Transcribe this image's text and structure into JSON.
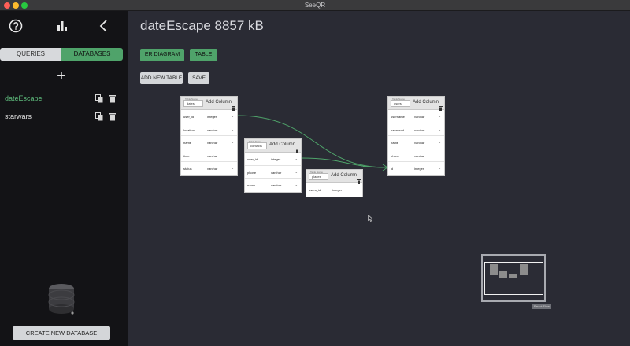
{
  "window": {
    "title": "SeeQR"
  },
  "sidebar": {
    "toggle": {
      "queries": "QUERIES",
      "databases": "DATABASES"
    },
    "databases": [
      {
        "name": "dateEscape",
        "active": true
      },
      {
        "name": "starwars",
        "active": false
      }
    ],
    "create_label": "CREATE NEW DATABASE"
  },
  "main": {
    "title": "dateEscape 8857 kB",
    "view_buttons": {
      "er": "ER DIAGRAM",
      "table": "TABLE"
    },
    "actions": {
      "add_table": "ADD NEW TABLE",
      "save": "SAVE"
    }
  },
  "diagram": {
    "add_column_label": "Add Column",
    "table_name_caption": "Table Name",
    "tables": [
      {
        "name": "dates",
        "columns": [
          {
            "name": "user_id",
            "type": "integer"
          },
          {
            "name": "location",
            "type": "varchar"
          },
          {
            "name": "name",
            "type": "varchar"
          },
          {
            "name": "time",
            "type": "varchar"
          },
          {
            "name": "status",
            "type": "varchar"
          }
        ]
      },
      {
        "name": "contacts",
        "columns": [
          {
            "name": "user_id",
            "type": "integer"
          },
          {
            "name": "phone",
            "type": "varchar"
          },
          {
            "name": "name",
            "type": "varchar"
          }
        ]
      },
      {
        "name": "places",
        "columns": [
          {
            "name": "users_id",
            "type": "integer"
          }
        ]
      },
      {
        "name": "users",
        "columns": [
          {
            "name": "username",
            "type": "varchar"
          },
          {
            "name": "password",
            "type": "varchar"
          },
          {
            "name": "name",
            "type": "varchar"
          },
          {
            "name": "phone",
            "type": "varchar"
          },
          {
            "name": "id",
            "type": "integer"
          }
        ]
      }
    ],
    "edge_color": "#4fa36a",
    "minimap_label": "React Flow"
  }
}
